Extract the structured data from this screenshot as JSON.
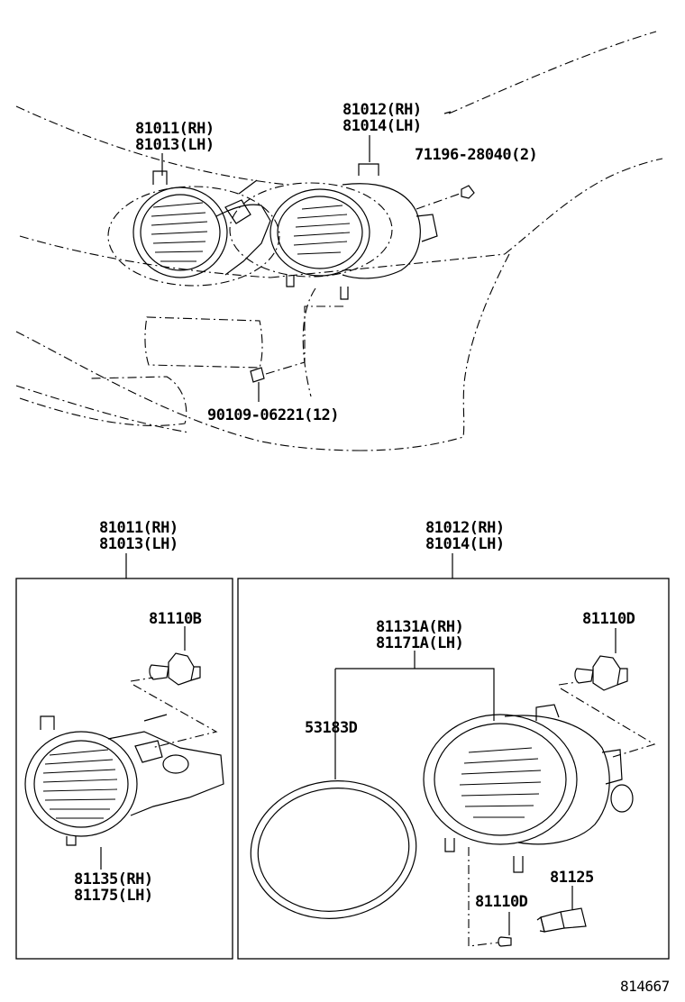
{
  "top": {
    "head_unit_rh_lh_a": [
      "81011(RH)",
      "81013(LH)"
    ],
    "head_unit_rh_lh_b": [
      "81012(RH)",
      "81014(LH)"
    ],
    "screw_top": "71196-28040(2)",
    "screw_bottom": "90109-06221(12)"
  },
  "left_box": {
    "title": [
      "81011(RH)",
      "81013(LH)"
    ],
    "bulb": "81110B",
    "lens": [
      "81135(RH)",
      "81175(LH)"
    ]
  },
  "right_box": {
    "title": [
      "81012(RH)",
      "81014(LH)"
    ],
    "unit": [
      "81131A(RH)",
      "81171A(LH)"
    ],
    "bulb": "81110D",
    "gasket": "53183D",
    "small_bulb": "81110D",
    "socket": "81125"
  },
  "figure_number": "814667"
}
